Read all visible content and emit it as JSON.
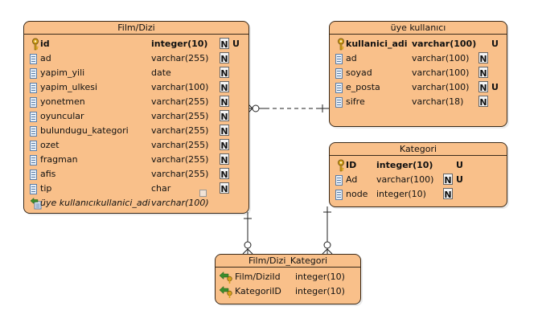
{
  "entities": {
    "film_dizi": {
      "title": "Film/Dizi",
      "rows": [
        {
          "name": "id",
          "type": "integer(10)",
          "kind": "pk",
          "n": "N",
          "u": "U"
        },
        {
          "name": "ad",
          "type": "varchar(255)",
          "kind": "col",
          "n": "N",
          "u": ""
        },
        {
          "name": "yapim_yili",
          "type": "date",
          "kind": "col",
          "n": "N",
          "u": ""
        },
        {
          "name": "yapim_ulkesi",
          "type": "varchar(100)",
          "kind": "col",
          "n": "N",
          "u": ""
        },
        {
          "name": "yonetmen",
          "type": "varchar(255)",
          "kind": "col",
          "n": "N",
          "u": ""
        },
        {
          "name": "oyuncular",
          "type": "varchar(255)",
          "kind": "col",
          "n": "N",
          "u": ""
        },
        {
          "name": "bulundugu_kategori",
          "type": "varchar(255)",
          "kind": "col",
          "n": "N",
          "u": ""
        },
        {
          "name": "ozet",
          "type": "varchar(255)",
          "kind": "col",
          "n": "N",
          "u": ""
        },
        {
          "name": "fragman",
          "type": "varchar(255)",
          "kind": "col",
          "n": "N",
          "u": ""
        },
        {
          "name": "afis",
          "type": "varchar(255)",
          "kind": "col",
          "n": "N",
          "u": ""
        },
        {
          "name": "tip",
          "type": "char",
          "kind": "col",
          "n": "N",
          "u": ""
        },
        {
          "name": "üye kullanıcıkullanici_adi",
          "type": "varchar(100)",
          "kind": "fk",
          "n": "",
          "u": ""
        }
      ]
    },
    "uye_kullanici": {
      "title": "üye kullanıcı",
      "rows": [
        {
          "name": "kullanici_adi",
          "type": "varchar(100)",
          "kind": "pk",
          "n": "",
          "u": "U"
        },
        {
          "name": "ad",
          "type": "varchar(100)",
          "kind": "col",
          "n": "N",
          "u": ""
        },
        {
          "name": "soyad",
          "type": "varchar(100)",
          "kind": "col",
          "n": "N",
          "u": ""
        },
        {
          "name": "e_posta",
          "type": "varchar(100)",
          "kind": "col",
          "n": "N",
          "u": "U"
        },
        {
          "name": "sifre",
          "type": "varchar(18)",
          "kind": "col",
          "n": "N",
          "u": ""
        }
      ]
    },
    "kategori": {
      "title": "Kategori",
      "rows": [
        {
          "name": "ID",
          "type": "integer(10)",
          "kind": "pk",
          "n": "",
          "u": "U"
        },
        {
          "name": "Ad",
          "type": "varchar(100)",
          "kind": "col",
          "n": "N",
          "u": "U"
        },
        {
          "name": "node",
          "type": "integer(10)",
          "kind": "col",
          "n": "N",
          "u": ""
        }
      ]
    },
    "film_dizi_kategori": {
      "title": "Film/Dizi_Kategori",
      "rows": [
        {
          "name": "Film/DiziId",
          "type": "integer(10)",
          "kind": "pfk",
          "n": "",
          "u": ""
        },
        {
          "name": "KategoriID",
          "type": "integer(10)",
          "kind": "pfk",
          "n": "",
          "u": ""
        }
      ]
    }
  },
  "colors": {
    "entity_fill": "#f9c08a",
    "entity_border": "#3a2a1a",
    "unique_flag": "#c8102e",
    "key_icon": "#d6a21a",
    "fk_arrow": "#3c8c2c"
  }
}
